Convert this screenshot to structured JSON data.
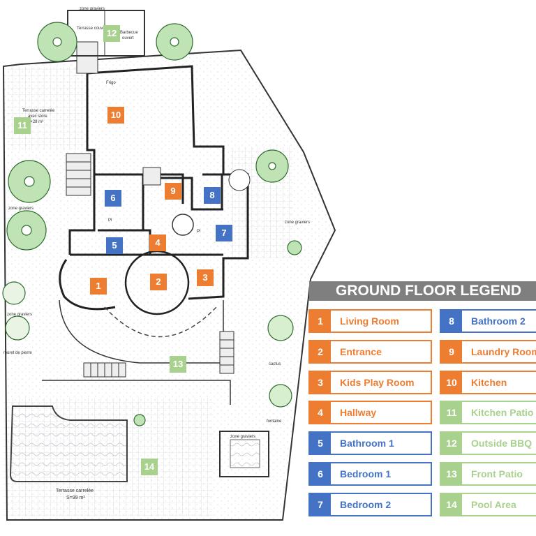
{
  "legend": {
    "title": "GROUND FLOOR LEGEND",
    "items": [
      {
        "num": "1",
        "label": "Living Room",
        "color": "#ed7d31"
      },
      {
        "num": "2",
        "label": "Entrance",
        "color": "#ed7d31"
      },
      {
        "num": "3",
        "label": "Kids Play Room",
        "color": "#ed7d31"
      },
      {
        "num": "4",
        "label": "Hallway",
        "color": "#ed7d31"
      },
      {
        "num": "5",
        "label": "Bathroom 1",
        "color": "#4472c4"
      },
      {
        "num": "6",
        "label": "Bedroom 1",
        "color": "#4472c4"
      },
      {
        "num": "7",
        "label": "Bedroom 2",
        "color": "#4472c4"
      },
      {
        "num": "8",
        "label": "Bathroom 2",
        "color": "#4472c4"
      },
      {
        "num": "9",
        "label": "Laundry Room",
        "color": "#ed7d31"
      },
      {
        "num": "10",
        "label": "Kitchen",
        "color": "#ed7d31"
      },
      {
        "num": "11",
        "label": "Kitchen Patio",
        "color": "#a9d18e"
      },
      {
        "num": "12",
        "label": "Outside BBQ",
        "color": "#a9d18e"
      },
      {
        "num": "13",
        "label": "Front Patio",
        "color": "#a9d18e"
      },
      {
        "num": "14",
        "label": "Pool Area",
        "color": "#a9d18e"
      }
    ]
  },
  "plan_labels": {
    "zone_graviers": "zone graviers",
    "terrasse_couverte": "Terrasse couverte",
    "barbecue": "Barbecue",
    "ouvert": "ouvert",
    "terrasse_carrelee_store": "Terrasse carrelée",
    "avec_store": "avec store",
    "area_9_28": "9×28 m²",
    "frigo": "Frigo",
    "terrasse_carrelee": "Terrasse carrelée",
    "area_99": "S=99 m²",
    "muret": "muret de pierre",
    "cactus": "cactus",
    "fontaine": "fontaine",
    "pi": "Pl"
  }
}
